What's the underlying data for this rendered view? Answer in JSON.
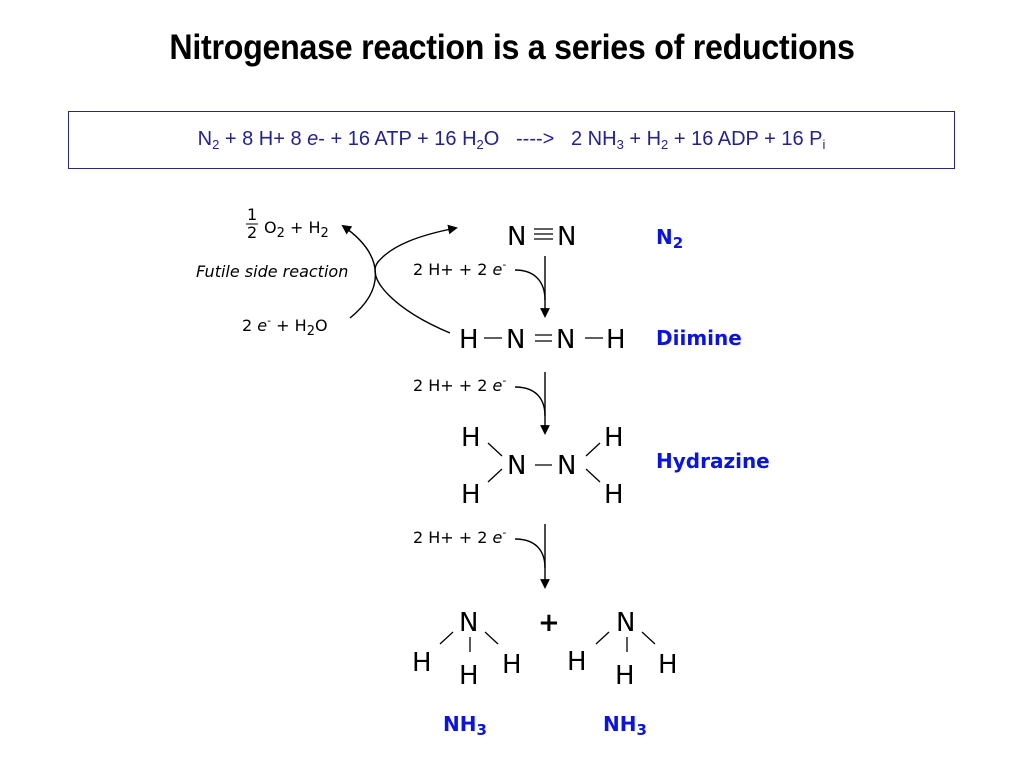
{
  "title": "Nitrogenase reaction is a series of reductions",
  "equation": {
    "parts": [
      "N",
      "2",
      " + 8 H+ 8 ",
      "e",
      "- + 16 ATP + 16 H",
      "2",
      "O   ---->   2 NH",
      "3",
      " + H",
      "2",
      " + 16 ADP + 16 P",
      "i"
    ]
  },
  "diagram": {
    "side_reaction": {
      "label": "Futile side reaction",
      "product_frac_num": "1",
      "product_frac_den": "2",
      "product": "O",
      "product_sub": "2",
      "product_rest": " + H",
      "product_sub2": "2",
      "reactant_coef": "2 ",
      "reactant_e": "e",
      "reactant_sup": "-",
      "reactant_rest": "  +  H",
      "reactant_sub": "2",
      "reactant_end": "O"
    },
    "step_label": {
      "prefix": "2 H+ + 2 ",
      "e": "e",
      "sup": "-"
    },
    "molecules": {
      "n2": {
        "atom": "N",
        "name": "N",
        "name_sub": "2"
      },
      "diimine": {
        "h": "H",
        "n": "N",
        "name": "Diimine"
      },
      "hydrazine": {
        "h": "H",
        "n": "N",
        "name": "Hydrazine"
      },
      "ammonia": {
        "h": "H",
        "n": "N",
        "plus": "+",
        "name": "NH",
        "name_sub": "3"
      }
    }
  },
  "colors": {
    "label_blue": "#0a14dc",
    "equation_text": "#23238a",
    "box_border": "#2a2a7a"
  }
}
